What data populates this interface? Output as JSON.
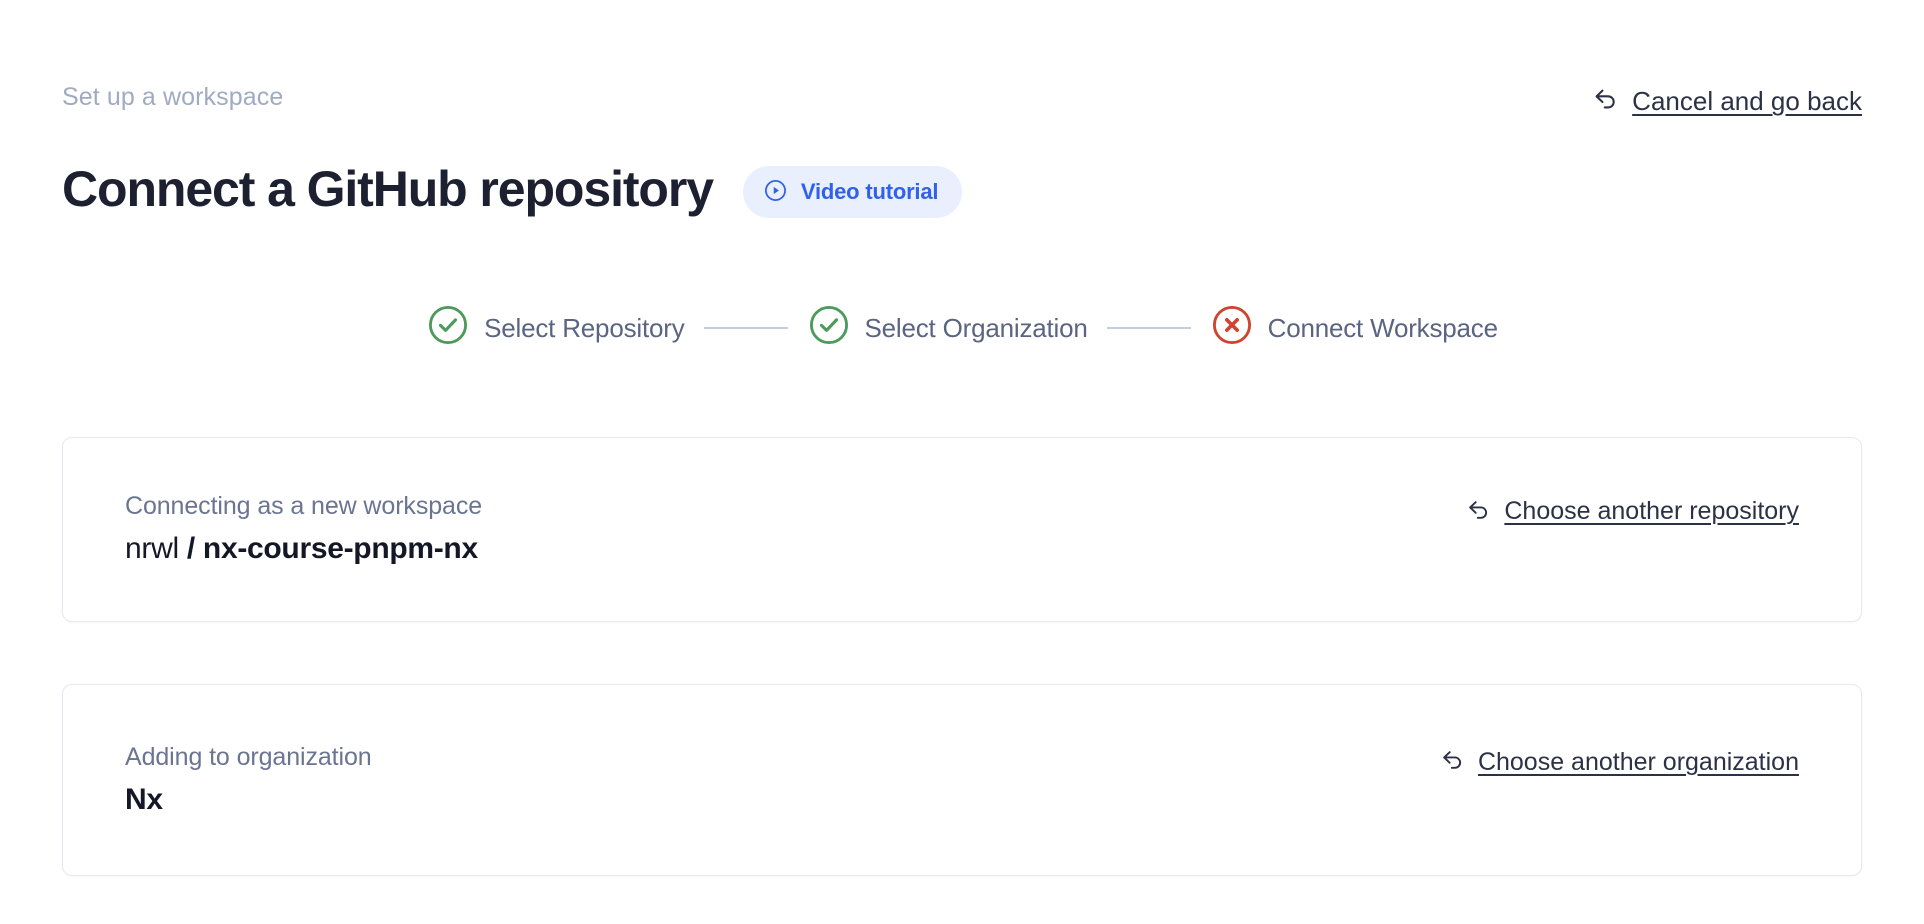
{
  "header": {
    "eyebrow": "Set up a workspace",
    "title": "Connect a GitHub repository",
    "video_badge": {
      "label": "Video tutorial",
      "icon": "play-circle-icon",
      "bg_color": "#e9effd",
      "text_color": "#2f62e8"
    },
    "cancel_link": {
      "label": "Cancel and go back",
      "icon": "back-arrow-icon"
    }
  },
  "stepper": {
    "steps": [
      {
        "label": "Select Repository",
        "state": "complete",
        "icon": "check-circle-icon",
        "color": "#4d9a5c"
      },
      {
        "label": "Select Organization",
        "state": "complete",
        "icon": "check-circle-icon",
        "color": "#4d9a5c"
      },
      {
        "label": "Connect Workspace",
        "state": "error",
        "icon": "x-circle-icon",
        "color": "#d0432f"
      }
    ],
    "connector_color": "#c3cdde",
    "label_color": "#5b6480"
  },
  "cards": [
    {
      "caption": "Connecting as a new workspace",
      "owner": "nrwl",
      "separator": " / ",
      "repository": "nx-course-pnpm-nx",
      "link": {
        "label": "Choose another repository",
        "icon": "back-arrow-icon"
      }
    },
    {
      "caption": "Adding to organization",
      "organization": "Nx",
      "link": {
        "label": "Choose another organization",
        "icon": "back-arrow-icon"
      }
    }
  ],
  "colors": {
    "background": "#ffffff",
    "title": "#1d2030",
    "eyebrow": "#9fabc1",
    "card_border": "#e6e8ef",
    "link": "#2c3245"
  }
}
